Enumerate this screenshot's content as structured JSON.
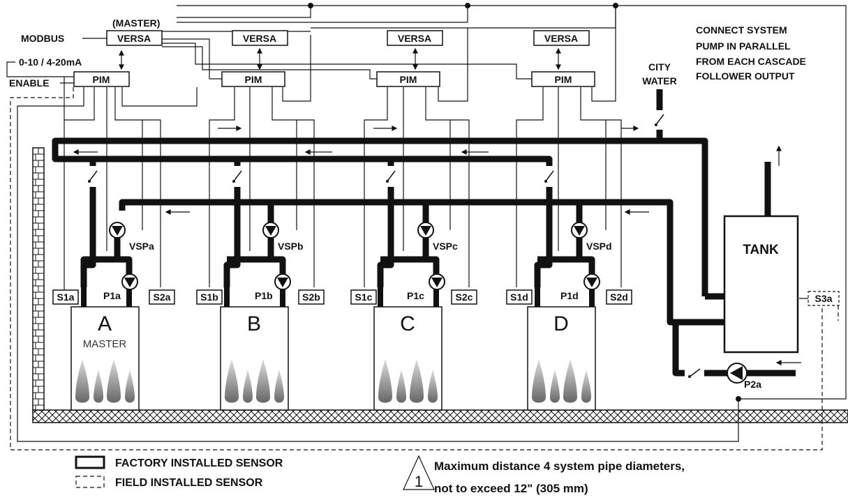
{
  "labels": {
    "master_top": "(MASTER)",
    "modbus": "MODBUS",
    "analog": "0-10 / 4-20mA",
    "enable": "ENABLE",
    "versa": "VERSA",
    "pim": "PIM",
    "city_water_1": "CITY",
    "city_water_2": "WATER",
    "tank": "TANK",
    "s3a": "S3a",
    "p2a": "P2a"
  },
  "note": {
    "line1": "CONNECT SYSTEM",
    "line2": "PUMP IN PARALLEL",
    "line3": "FROM EACH CASCADE",
    "line4": "FOLLOWER OUTPUT"
  },
  "boilers": [
    {
      "letter": "A",
      "sub": "MASTER",
      "s1": "S1a",
      "s2": "S2a",
      "p1": "P1a",
      "vsp": "VSPa"
    },
    {
      "letter": "B",
      "sub": "",
      "s1": "S1b",
      "s2": "S2b",
      "p1": "P1b",
      "vsp": "VSPb"
    },
    {
      "letter": "C",
      "sub": "",
      "s1": "S1c",
      "s2": "S2c",
      "p1": "P1c",
      "vsp": "VSPc"
    },
    {
      "letter": "D",
      "sub": "",
      "s1": "S1d",
      "s2": "S2d",
      "p1": "P1d",
      "vsp": "VSPd"
    }
  ],
  "legend": {
    "factory": "FACTORY INSTALLED SENSOR",
    "field": "FIELD INSTALLED SENSOR",
    "triangle_number": "1",
    "distance_line1": "Maximum distance 4 system pipe diameters,",
    "distance_line2": "not to exceed 12\" (305 mm)"
  }
}
